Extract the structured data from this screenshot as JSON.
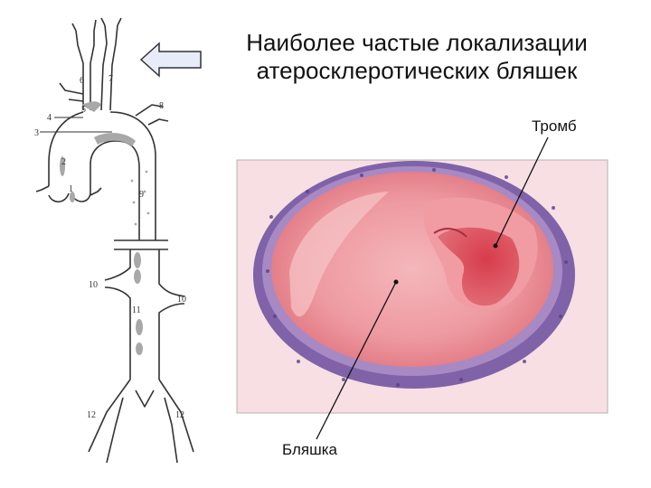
{
  "slide": {
    "title_line1": "Наиболее частые локализации",
    "title_line2": "атеросклеротических бляшек",
    "label_thrombus": "Тромб",
    "label_plaque": "Бляшка"
  },
  "aorta_diagram": {
    "site_numbers": [
      "1",
      "2",
      "3",
      "4",
      "5",
      "6",
      "7",
      "8",
      "9",
      "10",
      "10",
      "11",
      "12",
      "12"
    ]
  },
  "colors": {
    "arrow_fill": "#e8ecf8",
    "arrow_stroke": "#30303a",
    "vessel_stroke": "#333333",
    "plaque_gray": "#a8a8a8",
    "tissue_pink": "#ec8e96",
    "thrombus_red": "#d24a55",
    "adventitia_purple": "#6a4c9e"
  }
}
